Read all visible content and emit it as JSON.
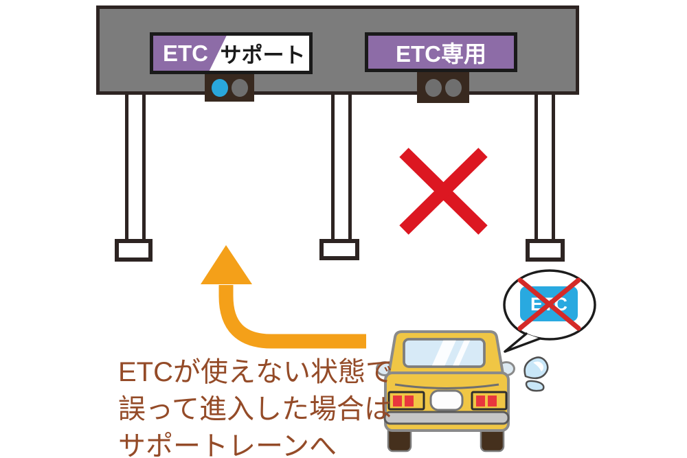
{
  "signs": {
    "support_lane": {
      "etc": "ETC",
      "support": "サポート"
    },
    "etc_only_lane": {
      "label": "ETC専用"
    }
  },
  "bubble": {
    "card_label": "ETC"
  },
  "caption": {
    "line1": "ETCが使えない状態で",
    "line2": "誤って進入した場合は",
    "line3": "サポートレーンへ"
  },
  "icons": {
    "red_cross_icon": "✕",
    "curve_arrow_icon": "⮍",
    "speech_bubble_icon": "💬",
    "sweat_drops_icon": "💦",
    "traffic_lamp_on_icon": "●cyan",
    "traffic_lamp_off_icon": "●gray"
  },
  "colors": {
    "beam_gray": "#7C7C7C",
    "outline_dark": "#2D2422",
    "sign_purple": "#8D6CA7",
    "sign_border_black": "#1A1A1A",
    "lamp_cyan": "#29A7DC",
    "lamp_off_gray": "#6F6F6F",
    "cross_red": "#DC1721",
    "arrow_orange": "#F4A019",
    "car_yellow": "#F0C645",
    "card_blue": "#29A9E0",
    "caption_brown": "#944B28"
  }
}
